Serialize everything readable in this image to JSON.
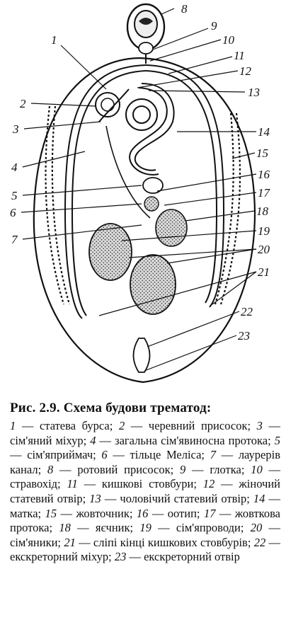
{
  "figure": {
    "labels": [
      "1",
      "2",
      "3",
      "4",
      "5",
      "6",
      "7",
      "8",
      "9",
      "10",
      "11",
      "12",
      "13",
      "14",
      "15",
      "16",
      "17",
      "18",
      "19",
      "20",
      "21",
      "22",
      "23"
    ]
  },
  "caption": {
    "title": "Рис. 2.9. Схема будови трематод:",
    "items": [
      {
        "n": "1",
        "text": "статева бурса"
      },
      {
        "n": "2",
        "text": "черевний присосок"
      },
      {
        "n": "3",
        "text": "сім'яний міхур"
      },
      {
        "n": "4",
        "text": "загальна сім'явиносна протока"
      },
      {
        "n": "5",
        "text": "сім'яприймач"
      },
      {
        "n": "6",
        "text": "тільце Меліса"
      },
      {
        "n": "7",
        "text": "лаурерів канал"
      },
      {
        "n": "8",
        "text": "ротовий присосок"
      },
      {
        "n": "9",
        "text": "глотка"
      },
      {
        "n": "10",
        "text": "стравохід"
      },
      {
        "n": "11",
        "text": "кишкові стовбури"
      },
      {
        "n": "12",
        "text": "жіночий статевий отвір"
      },
      {
        "n": "13",
        "text": "чоловічий статевий отвір"
      },
      {
        "n": "14",
        "text": "матка"
      },
      {
        "n": "15",
        "text": "жовточник"
      },
      {
        "n": "16",
        "text": "оотип"
      },
      {
        "n": "17",
        "text": "жовткова протока"
      },
      {
        "n": "18",
        "text": "яєчник"
      },
      {
        "n": "19",
        "text": "сім'япроводи"
      },
      {
        "n": "20",
        "text": "сім'яники"
      },
      {
        "n": "21",
        "text": "сліпі кінці кишкових стовбурів"
      },
      {
        "n": "22",
        "text": "екскреторний міхур"
      },
      {
        "n": "23",
        "text": "екскреторний отвір"
      }
    ]
  }
}
